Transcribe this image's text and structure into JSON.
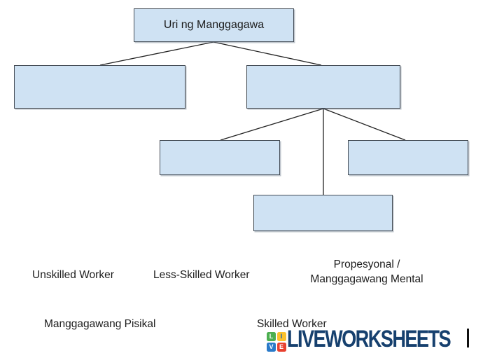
{
  "diagram": {
    "root_label": "Uri ng Manggagawa",
    "empty_boxes_count": 5
  },
  "answers": {
    "unskilled": "Unskilled Worker",
    "less_skilled": "Less-Skilled Worker",
    "propesyonal_line1": "Propesyonal /",
    "propesyonal_line2": "Manggagawang Mental",
    "pisikal": "Manggagawang Pisikal",
    "skilled": "Skilled Worker"
  },
  "branding": {
    "logo_text": "LIVEWORKSHEETS",
    "logo_text_color": "#16406e",
    "logo_squares": [
      {
        "letter": "L",
        "color": "#4caf50"
      },
      {
        "letter": "I",
        "color": "#fbc12d"
      },
      {
        "letter": "V",
        "color": "#2a7ac9"
      },
      {
        "letter": "E",
        "color": "#e8402f"
      }
    ]
  },
  "colors": {
    "box_fill": "#cfe2f3",
    "box_border": "#454d56",
    "connector_line": "#222222",
    "text": "#1c1c1c"
  }
}
